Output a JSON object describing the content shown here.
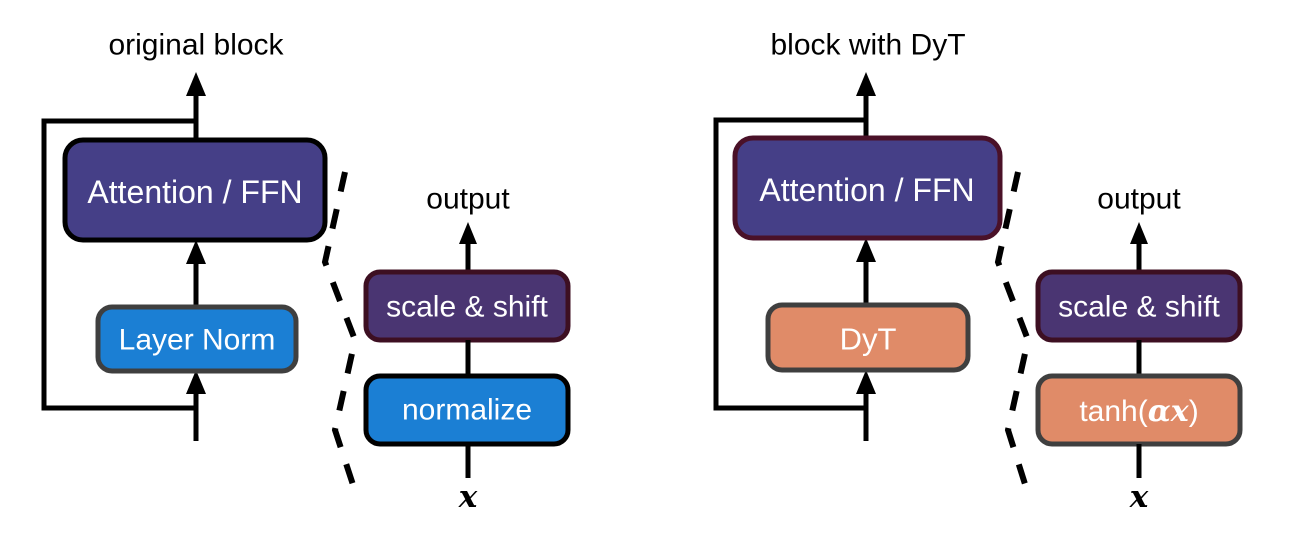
{
  "figure": {
    "background_color": "#ffffff",
    "line_color": "#000000"
  },
  "colors": {
    "attention_fill": "#453f87",
    "attention_stroke_left": "#000000",
    "attention_stroke_right": "#4a1128",
    "layernorm_fill": "#1b7fd4",
    "layernorm_stroke": "#3f3f3f",
    "dyt_fill": "#e08b68",
    "dyt_stroke": "#3f3f3f",
    "scale_shift_fill": "#4a3572",
    "scale_shift_stroke": "#3d0f22",
    "normalize_fill": "#1b7fd4",
    "normalize_stroke": "#000000",
    "tanh_fill": "#e08b68",
    "tanh_stroke": "#3f3f3f",
    "text_on_box": "#ffffff",
    "text_plain": "#000000"
  },
  "left_panel": {
    "title": "original block",
    "blocks": [
      {
        "id": "attention-ffn",
        "label": "Attention / FFN"
      },
      {
        "id": "layer-norm",
        "label": "Layer Norm"
      }
    ],
    "detail": {
      "output_label": "output",
      "input_label": "x",
      "blocks": [
        {
          "id": "scale-shift",
          "label": "scale & shift"
        },
        {
          "id": "normalize",
          "label": "normalize"
        }
      ]
    }
  },
  "right_panel": {
    "title": "block with DyT",
    "blocks": [
      {
        "id": "attention-ffn",
        "label": "Attention / FFN"
      },
      {
        "id": "dyt",
        "label": "DyT"
      }
    ],
    "detail": {
      "output_label": "output",
      "input_label": "x",
      "blocks": [
        {
          "id": "scale-shift",
          "label": "scale & shift"
        },
        {
          "id": "tanh-alpha-x",
          "label": "tanh(αx)",
          "label_prefix": "tanh(",
          "label_alpha": "α",
          "label_var": "x",
          "label_suffix": ")"
        }
      ]
    }
  }
}
